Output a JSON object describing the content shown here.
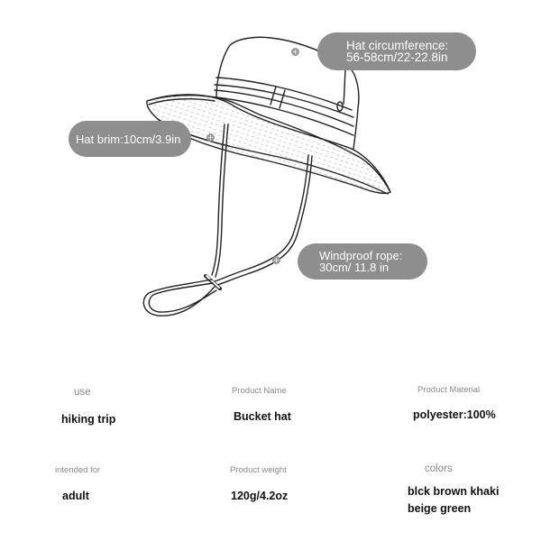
{
  "callouts": {
    "circumference": {
      "line1": "Hat circumference:",
      "line2": "56-58cm/22-22.8in"
    },
    "brim": {
      "line1": "Hat brim:10cm/3.9in"
    },
    "rope": {
      "line1": "Windproof rope:",
      "line2": "30cm/ 11.8 in"
    }
  },
  "specs": {
    "use": {
      "label": "use",
      "value": "hiking trip"
    },
    "product_name": {
      "label": "Product Name",
      "value": "Bucket hat"
    },
    "product_material": {
      "label": "Product Material",
      "value": "polyester:100%"
    },
    "intended_for": {
      "label": "intended for",
      "value": "adult"
    },
    "product_weight": {
      "label": "Product weight",
      "value": "120g/4.2oz"
    },
    "colors": {
      "label": "colors",
      "value_line1": "blck brown khaki",
      "value_line2": "beige green"
    }
  },
  "icons": {
    "marker": "plus-dot-icon"
  },
  "colors": {
    "pill_bg": "#8e8e8e",
    "pill_text": "#ffffff",
    "label_text": "#8a8a8a",
    "value_text": "#111111"
  }
}
